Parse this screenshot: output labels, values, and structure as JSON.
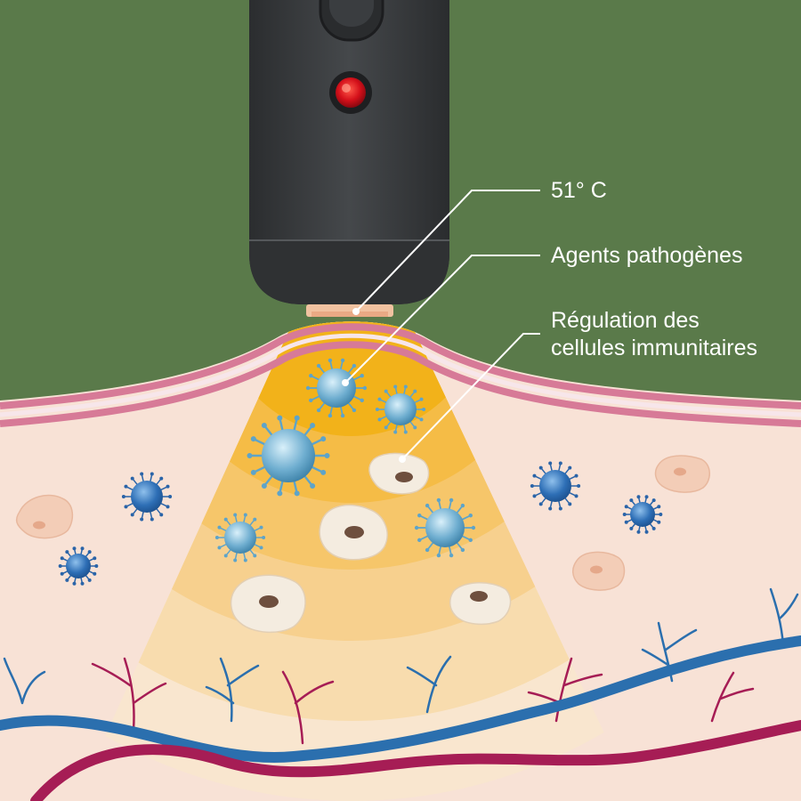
{
  "labels": {
    "temperature": "51° C",
    "pathogens": "Agents pathogènes",
    "immune_regulation_line1": "Régulation des",
    "immune_regulation_line2": "cellules immunitaires"
  },
  "colors": {
    "background": "#5a7a4a",
    "skin": "#f8e2d6",
    "skin_band": "#d77a97",
    "device": "#3a3c3e",
    "led": "#d4101a",
    "heat_core": "#f2b21a",
    "heat_outer": "#f8dcae",
    "pathogen_body": "#6faed0",
    "virus_free": "#2e6fb6",
    "vein": "#2b6fae",
    "artery": "#a61d55",
    "label_text": "#ffffff"
  }
}
